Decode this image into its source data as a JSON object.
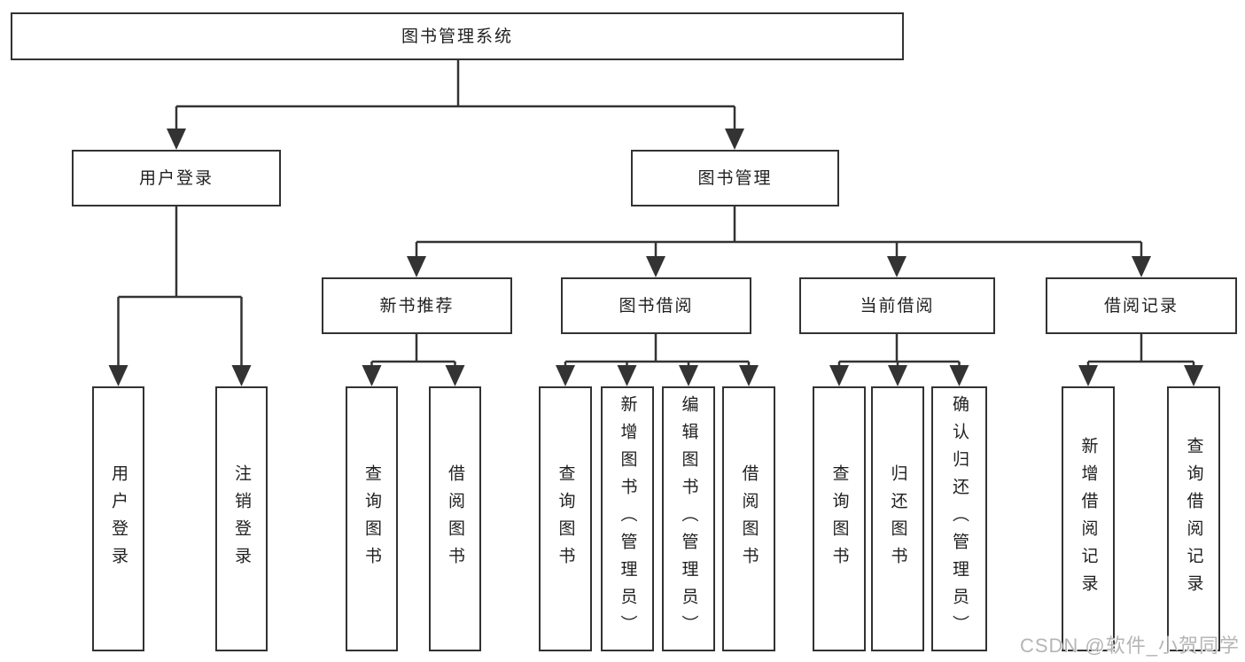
{
  "diagram": {
    "root": {
      "label": "图书管理系统"
    },
    "branches": [
      {
        "label": "用户登录",
        "leaves": [
          {
            "label": "用户登录"
          },
          {
            "label": "注销登录"
          }
        ]
      },
      {
        "label": "图书管理",
        "groups": [
          {
            "label": "新书推荐",
            "leaves": [
              {
                "label": "查询图书"
              },
              {
                "label": "借阅图书"
              }
            ]
          },
          {
            "label": "图书借阅",
            "leaves": [
              {
                "label": "查询图书"
              },
              {
                "label": "新增图书（管理员）"
              },
              {
                "label": "编辑图书（管理员）"
              },
              {
                "label": "借阅图书"
              }
            ]
          },
          {
            "label": "当前借阅",
            "leaves": [
              {
                "label": "查询图书"
              },
              {
                "label": "归还图书"
              },
              {
                "label": "确认归还（管理员）"
              }
            ]
          },
          {
            "label": "借阅记录",
            "leaves": [
              {
                "label": "新增借阅记录"
              },
              {
                "label": "查询借阅记录"
              }
            ]
          }
        ]
      }
    ]
  },
  "watermark": {
    "text": "CSDN @软件_小贺同学"
  },
  "colors": {
    "line": "#333333",
    "border": "#323232",
    "text": "#1f1f1f",
    "watermark": "#b5b5b5",
    "background": "#ffffff"
  }
}
